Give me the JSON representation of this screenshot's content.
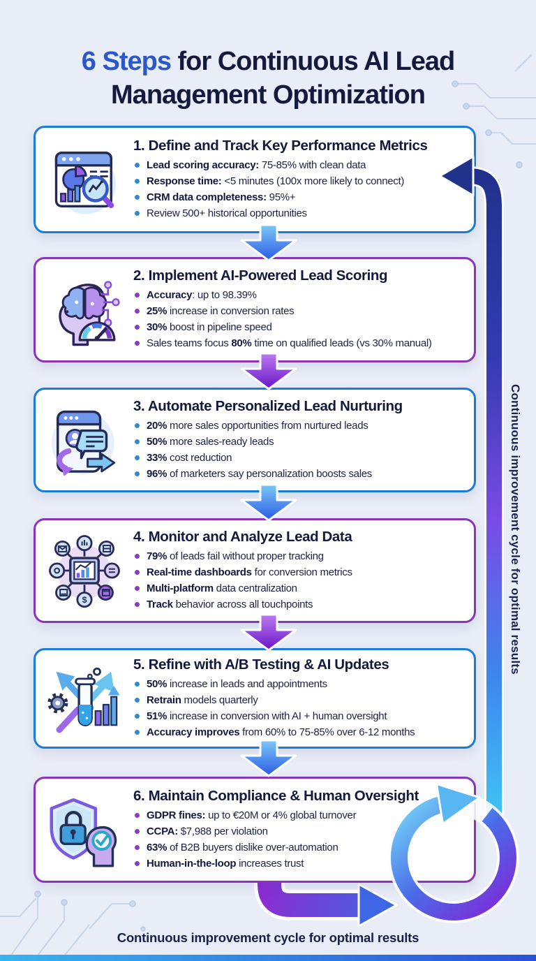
{
  "title": {
    "highlight": "6 Steps",
    "line1_rest": " for Continuous AI Lead",
    "line2": "Management Optimization"
  },
  "cards": [
    {
      "accent": "blue",
      "icon": "dashboard-analytics-icon",
      "title": "1. Define and Track Key Performance Metrics",
      "bullets": [
        [
          {
            "t": "Lead scoring accuracy:",
            "b": 1
          },
          {
            "t": " 75-85% with clean data"
          }
        ],
        [
          {
            "t": "Response time:",
            "b": 1
          },
          {
            "t": " <5 minutes (100x more likely to connect)"
          }
        ],
        [
          {
            "t": "CRM data completeness:",
            "b": 1
          },
          {
            "t": " 95%+"
          }
        ],
        [
          {
            "t": "Review 500+ historical opportunities"
          }
        ]
      ]
    },
    {
      "accent": "purple",
      "icon": "ai-brain-icon",
      "title": "2. Implement AI-Powered Lead Scoring",
      "bullets": [
        [
          {
            "t": "Accuracy",
            "b": 1
          },
          {
            "t": ": up to 98.39%"
          }
        ],
        [
          {
            "t": "25%",
            "b": 1
          },
          {
            "t": " increase in conversion rates"
          }
        ],
        [
          {
            "t": "30%",
            "b": 1
          },
          {
            "t": " boost in pipeline speed"
          }
        ],
        [
          {
            "t": "Sales teams focus "
          },
          {
            "t": "80%",
            "b": 1
          },
          {
            "t": " time on qualified leads (vs 30% manual)"
          }
        ]
      ]
    },
    {
      "accent": "blue",
      "icon": "lead-nurturing-icon",
      "title": "3. Automate Personalized Lead Nurturing",
      "bullets": [
        [
          {
            "t": "20%",
            "b": 1
          },
          {
            "t": " more sales opportunities from nurtured leads"
          }
        ],
        [
          {
            "t": "50%",
            "b": 1
          },
          {
            "t": " more sales-ready leads"
          }
        ],
        [
          {
            "t": "33%",
            "b": 1
          },
          {
            "t": " cost reduction"
          }
        ],
        [
          {
            "t": "96%",
            "b": 1
          },
          {
            "t": " of marketers say personalization boosts sales"
          }
        ]
      ]
    },
    {
      "accent": "purple",
      "icon": "data-network-icon",
      "title": "4. Monitor and Analyze Lead Data",
      "bullets": [
        [
          {
            "t": "79%",
            "b": 1
          },
          {
            "t": " of leads fail without proper tracking"
          }
        ],
        [
          {
            "t": "Real-time dashboards",
            "b": 1
          },
          {
            "t": " for conversion metrics"
          }
        ],
        [
          {
            "t": "Multi-platform",
            "b": 1
          },
          {
            "t": " data centralization"
          }
        ],
        [
          {
            "t": "Track",
            "b": 1
          },
          {
            "t": " behavior across all touchpoints"
          }
        ]
      ]
    },
    {
      "accent": "blue",
      "icon": "ab-testing-icon",
      "title": "5. Refine with A/B Testing & AI Updates",
      "bullets": [
        [
          {
            "t": "50%",
            "b": 1
          },
          {
            "t": " increase in leads and appointments"
          }
        ],
        [
          {
            "t": "Retrain",
            "b": 1
          },
          {
            "t": " models quarterly"
          }
        ],
        [
          {
            "t": "51%",
            "b": 1
          },
          {
            "t": " increase in conversion with AI + human oversight"
          }
        ],
        [
          {
            "t": "Accuracy improves",
            "b": 1
          },
          {
            "t": " from 60% to 75-85% over 6-12 months"
          }
        ]
      ]
    },
    {
      "accent": "purple",
      "icon": "compliance-shield-icon",
      "title": "6. Maintain Compliance & Human Oversight",
      "bullets": [
        [
          {
            "t": "GDPR fines:",
            "b": 1
          },
          {
            "t": " up to €20M or 4% global turnover"
          }
        ],
        [
          {
            "t": "CCPA:",
            "b": 1
          },
          {
            "t": " $7,988 per violation"
          }
        ],
        [
          {
            "t": "63%",
            "b": 1
          },
          {
            "t": " of B2B buyers dislike over-automation"
          }
        ],
        [
          {
            "t": "Human-in-the-loop",
            "b": 1
          },
          {
            "t": " increases trust"
          }
        ]
      ]
    }
  ],
  "cycle": {
    "side_label": "Continuous improvement cycle for optimal results",
    "bottom_label": "Continuous improvement cycle for optimal results"
  },
  "colors": {
    "accent_blue": "#1b7cd8",
    "accent_purple": "#8a35b8",
    "title_highlight": "#2a58c8",
    "heading_navy": "#131a3e",
    "cycle_line_top": "#20308a",
    "cycle_line_mid": "#7a4ce4",
    "cycle_line_bottom": "#41c3f3"
  }
}
